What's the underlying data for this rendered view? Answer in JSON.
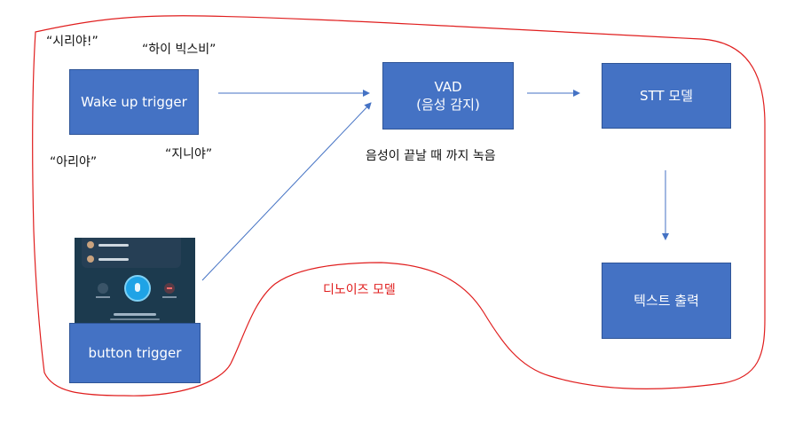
{
  "boxes": {
    "wake": "Wake up trigger",
    "vad_line1": "VAD",
    "vad_line2": "(음성 감지)",
    "stt": "STT 모델",
    "text_out": "텍스트 출력",
    "button": "button trigger"
  },
  "wake_words": {
    "siri": "“시리야!”",
    "bixby": "“하이 빅스비”",
    "ari": "“아리야”",
    "jini": "“지니야”"
  },
  "vad_note": "음성이 끝날 때 까지 녹음",
  "denoise_label": "디노이즈 모델",
  "colors": {
    "box_fill": "#4472c4",
    "arrow": "#4472c4",
    "denoise_outline": "#e01e1e"
  }
}
